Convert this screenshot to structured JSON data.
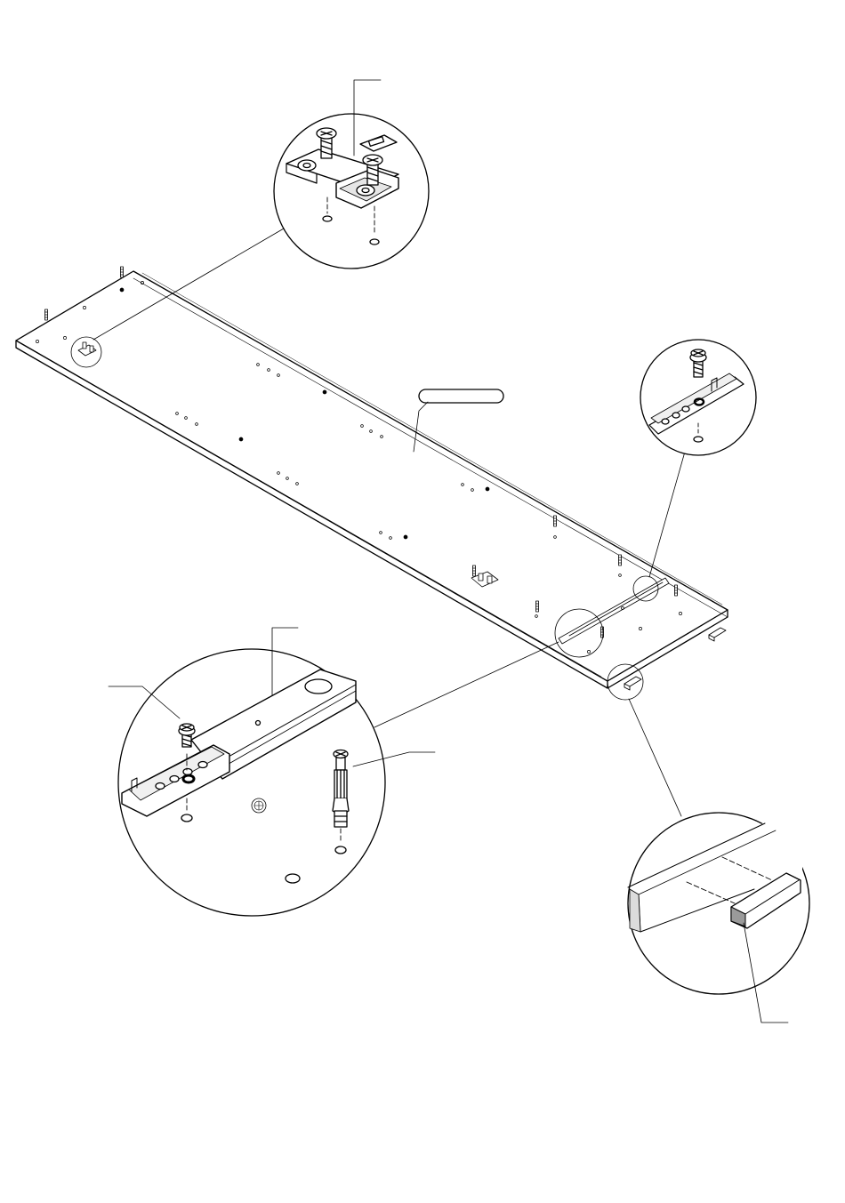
{
  "diagram": {
    "kind": "exploded assembly drawing",
    "parts": [
      {
        "name": "panel",
        "label": ""
      },
      {
        "name": "hinge-plate-detail",
        "label": ""
      },
      {
        "name": "drawer-rail-detail",
        "label": ""
      },
      {
        "name": "rail-screw-detail",
        "label": ""
      },
      {
        "name": "edge-cap-detail",
        "label": ""
      },
      {
        "name": "cam-dowel",
        "label": ""
      }
    ],
    "panel_tag": ""
  },
  "colors": {
    "line": "#000000",
    "background": "#ffffff",
    "shade": "#cccccc"
  }
}
